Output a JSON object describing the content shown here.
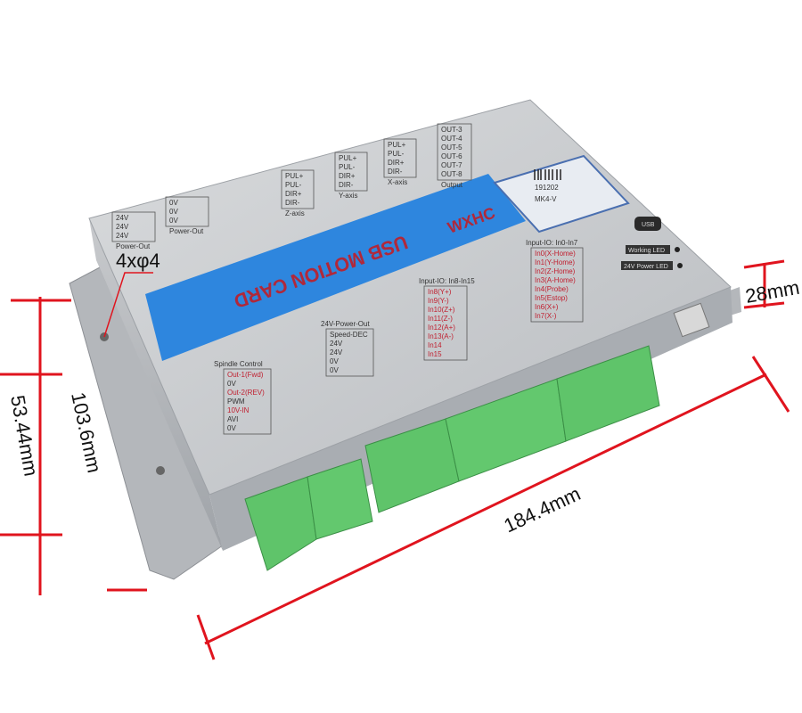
{
  "product": {
    "title": "USB MOTION CARD",
    "logo": "WXHC",
    "usb_label": "USB",
    "working_led": "Working LED",
    "power_led": "24V Power LED",
    "sticker_serial": "191202",
    "sticker_model": "MK4-V"
  },
  "panels": {
    "power_out_1": {
      "title": "Power-Out",
      "pins": [
        "24V",
        "24V",
        "24V"
      ]
    },
    "power_out_2": {
      "title": "Power-Out",
      "pins": [
        "0V",
        "0V",
        "0V"
      ]
    },
    "z_axis": {
      "title": "Z-axis",
      "pins": [
        "PUL+",
        "PUL-",
        "DIR+",
        "DIR-"
      ]
    },
    "y_axis": {
      "title": "Y-axis",
      "pins": [
        "PUL+",
        "PUL-",
        "DIR+",
        "DIR-"
      ]
    },
    "x_axis": {
      "title": "X-axis",
      "pins": [
        "PUL+",
        "PUL-",
        "DIR+",
        "DIR-"
      ]
    },
    "output": {
      "title": "Output",
      "pins": [
        "OUT-3",
        "OUT-4",
        "OUT-5",
        "OUT-6",
        "OUT-7",
        "OUT-8"
      ]
    },
    "input_8_15": {
      "title": "Input-IO: In8-In15",
      "pins": [
        "In8(Y+)",
        "In9(Y-)",
        "In10(Z+)",
        "In11(Z-)",
        "In12(A+)",
        "In13(A-)",
        "In14",
        "In15"
      ]
    },
    "input_0_7": {
      "title": "Input-IO: In0-In7",
      "pins": [
        "In0(X-Home)",
        "In1(Y-Home)",
        "In2(Z-Home)",
        "In3(A-Home)",
        "In4(Probe)",
        "In5(Estop)",
        "In6(X+)",
        "In7(X-)"
      ]
    },
    "power_24v": {
      "title": "24V-Power-Out",
      "pins": [
        "Speed-DEC",
        "24V",
        "24V",
        "0V",
        "0V"
      ]
    },
    "spindle": {
      "title": "Spindle Control",
      "pins": [
        "Out-1(Fwd)",
        "0V",
        "Out-2(REV)",
        "PWM",
        "10V-IN",
        "AVI",
        "0V"
      ]
    }
  },
  "dimensions": {
    "hole": "4xφ4",
    "height_total": "103.6mm",
    "height_inner": "53.44mm",
    "length": "184.4mm",
    "thickness": "28mm"
  },
  "colors": {
    "dimension_line": "#e0141e",
    "blue_band": "#2e86de",
    "terminal_green": "#5fc46a",
    "case_gray": "#c9cbce"
  }
}
